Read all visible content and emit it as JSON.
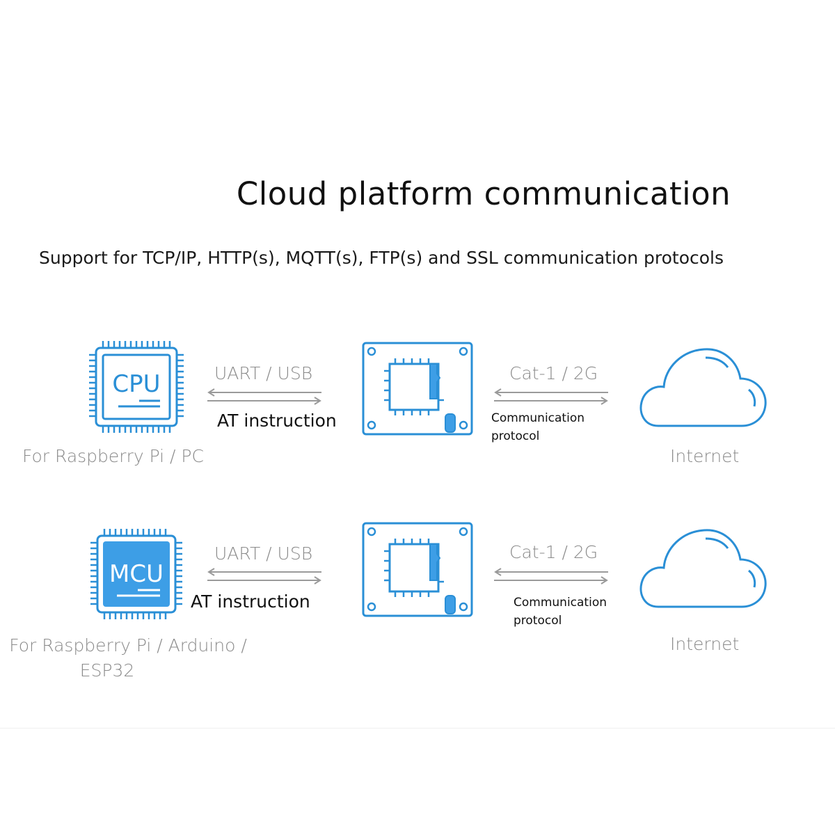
{
  "title": "Cloud platform communication",
  "subtitle": "Support for TCP/IP, HTTP(s), MQTT(s), FTP(s) and SSL communication protocols",
  "colors": {
    "accent": "#2a8fd6",
    "accent_fill": "#3d9ee6",
    "arrow": "#9a9a9a",
    "text_grey": "#8a8a8a"
  },
  "rows": [
    {
      "host_chip_label": "CPU",
      "host_caption_line1": "For Raspberry Pi / PC",
      "host_caption_line2": "",
      "link_left_top": "UART / USB",
      "link_left_bottom": "AT instruction",
      "link_right_top": "Cat-1 / 2G",
      "link_right_bottom_line1": "Communication",
      "link_right_bottom_line2": "protocol",
      "cloud_caption": "Internet",
      "icons": [
        "cpu-chip-icon",
        "module-board-icon",
        "cloud-icon"
      ]
    },
    {
      "host_chip_label": "MCU",
      "host_caption_line1": "For Raspberry Pi / Arduino /",
      "host_caption_line2": "ESP32",
      "link_left_top": "UART / USB",
      "link_left_bottom": "AT instruction",
      "link_right_top": "Cat-1 / 2G",
      "link_right_bottom_line1": "Communication",
      "link_right_bottom_line2": "protocol",
      "cloud_caption": "Internet",
      "icons": [
        "mcu-chip-icon",
        "module-board-icon",
        "cloud-icon"
      ]
    }
  ]
}
